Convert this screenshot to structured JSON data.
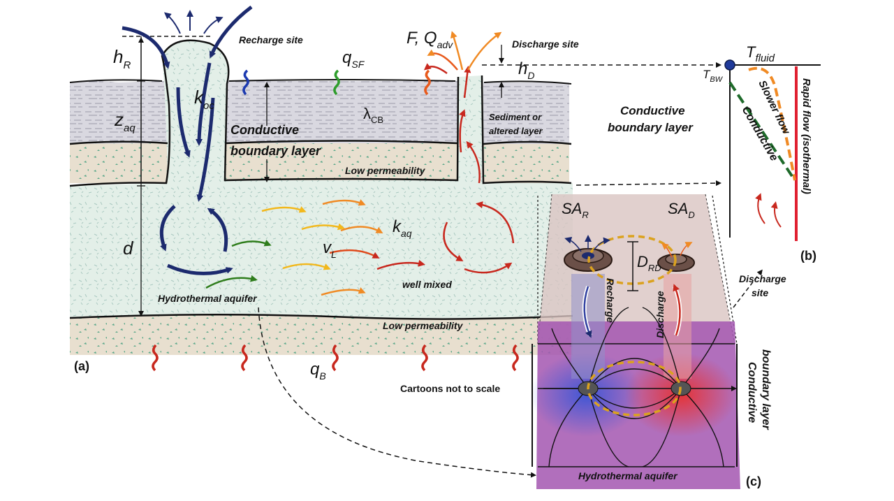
{
  "panel_a": {
    "panel_label": "(a)",
    "recharge_site": "Recharge site",
    "discharge_site": "Discharge site",
    "h_R": "h",
    "h_R_sub": "R",
    "h_D": "h",
    "h_D_sub": "D",
    "z_aq": "z",
    "z_aq_sub": "aq",
    "k_oc": "k",
    "k_oc_sub": "oc",
    "q_SF": "q",
    "q_SF_sub": "SF",
    "F_Q": "F,  Q",
    "F_Q_sub": "adv",
    "lambda_CB": "λ",
    "lambda_CB_sub": "CB",
    "conductive_bl_1": "Conductive",
    "conductive_bl_2": "boundary layer",
    "sediment_1": "Sediment or",
    "sediment_2": "altered layer",
    "low_perm_top": "Low permeability",
    "low_perm_bottom": "Low permeability",
    "d": "d",
    "v_L": "v",
    "v_L_sub": "L",
    "k_aq": "k",
    "k_aq_sub": "aq",
    "well_mixed": "well mixed",
    "hydrothermal_aquifer": "Hydrothermal aquifer",
    "q_B": "q",
    "q_B_sub": "B",
    "cartoons_note": "Cartoons not to scale"
  },
  "panel_b": {
    "panel_label": "(b)",
    "T_fluid": "T",
    "T_fluid_sub": "fluid",
    "T_BW": "T",
    "T_BW_sub": "BW",
    "conductive_bl_1": "Conductive",
    "conductive_bl_2": "boundary layer",
    "slower_flow": "Slower flow",
    "conductive": "Conductive",
    "rapid_flow": "Rapid flow (isothermal)",
    "discharge_site_1": "Discharge",
    "discharge_site_2": "site"
  },
  "panel_c": {
    "panel_label": "(c)",
    "SA_R": "SA",
    "SA_R_sub": "R",
    "SA_D": "SA",
    "SA_D_sub": "D",
    "D_RD": "D",
    "D_RD_sub": "RD",
    "recharge": "Recharge",
    "discharge": "Discharge",
    "conductive_bl_1": "Conductive",
    "conductive_bl_2": "boundary layer",
    "hydrothermal_aquifer": "Hydrothermal aquifer"
  },
  "colors": {
    "recharge_blue": "#1c2a6e",
    "discharge_red": "#c8281e",
    "orange": "#f08a24",
    "yellow": "#f2b81c",
    "green": "#2f7d1c",
    "aquifer_fill": "#e3efe8",
    "sediment_fill": "#d7d6df",
    "lowperm_fill": "#e6dccb",
    "dashed_gold": "#dba21f",
    "purple": "#a356b0"
  }
}
